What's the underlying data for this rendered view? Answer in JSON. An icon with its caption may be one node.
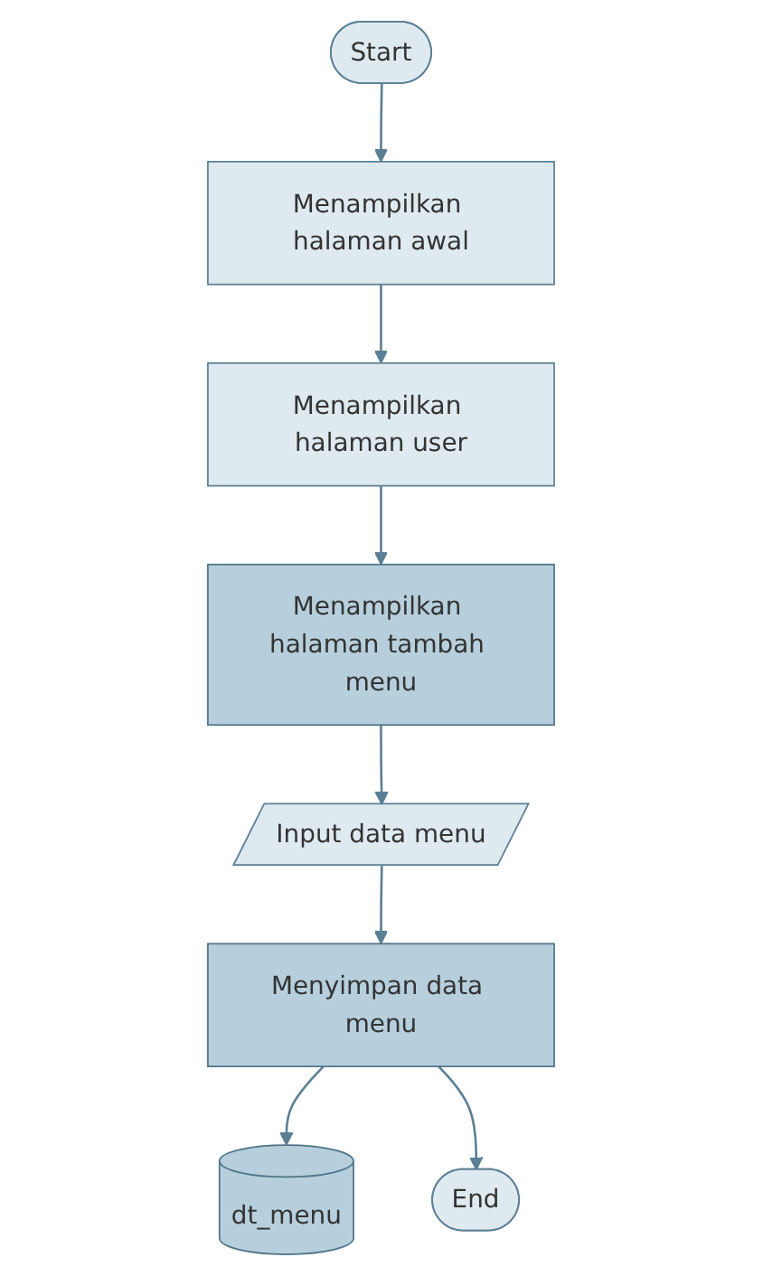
{
  "diagram": {
    "nodes": [
      {
        "text": [
          "Start"
        ]
      },
      {
        "text": [
          "Menampilkan halaman awal"
        ]
      },
      {
        "text": [
          "Menampilkan halaman user"
        ]
      },
      {
        "text": [
          "Menampilkan halaman tambah menu"
        ]
      },
      {
        "text": [
          "Input data menu"
        ]
      },
      {
        "text": [
          "Menyimpan data menu"
        ]
      },
      {
        "text": [
          "dt_menu"
        ]
      },
      {
        "text": [
          "End"
        ]
      }
    ],
    "edges": [
      {
        "from": 0,
        "to": 1,
        "arrow": "to"
      },
      {
        "from": 1,
        "to": 2,
        "arrow": "to"
      },
      {
        "from": 2,
        "to": 3,
        "arrow": "to"
      },
      {
        "from": 3,
        "to": 4,
        "arrow": "to"
      },
      {
        "from": 4,
        "to": 5,
        "arrow": "to"
      },
      {
        "from": 5,
        "to": 6,
        "arrow": "to"
      },
      {
        "from": 5,
        "to": 7,
        "arrow": "to"
      }
    ]
  }
}
